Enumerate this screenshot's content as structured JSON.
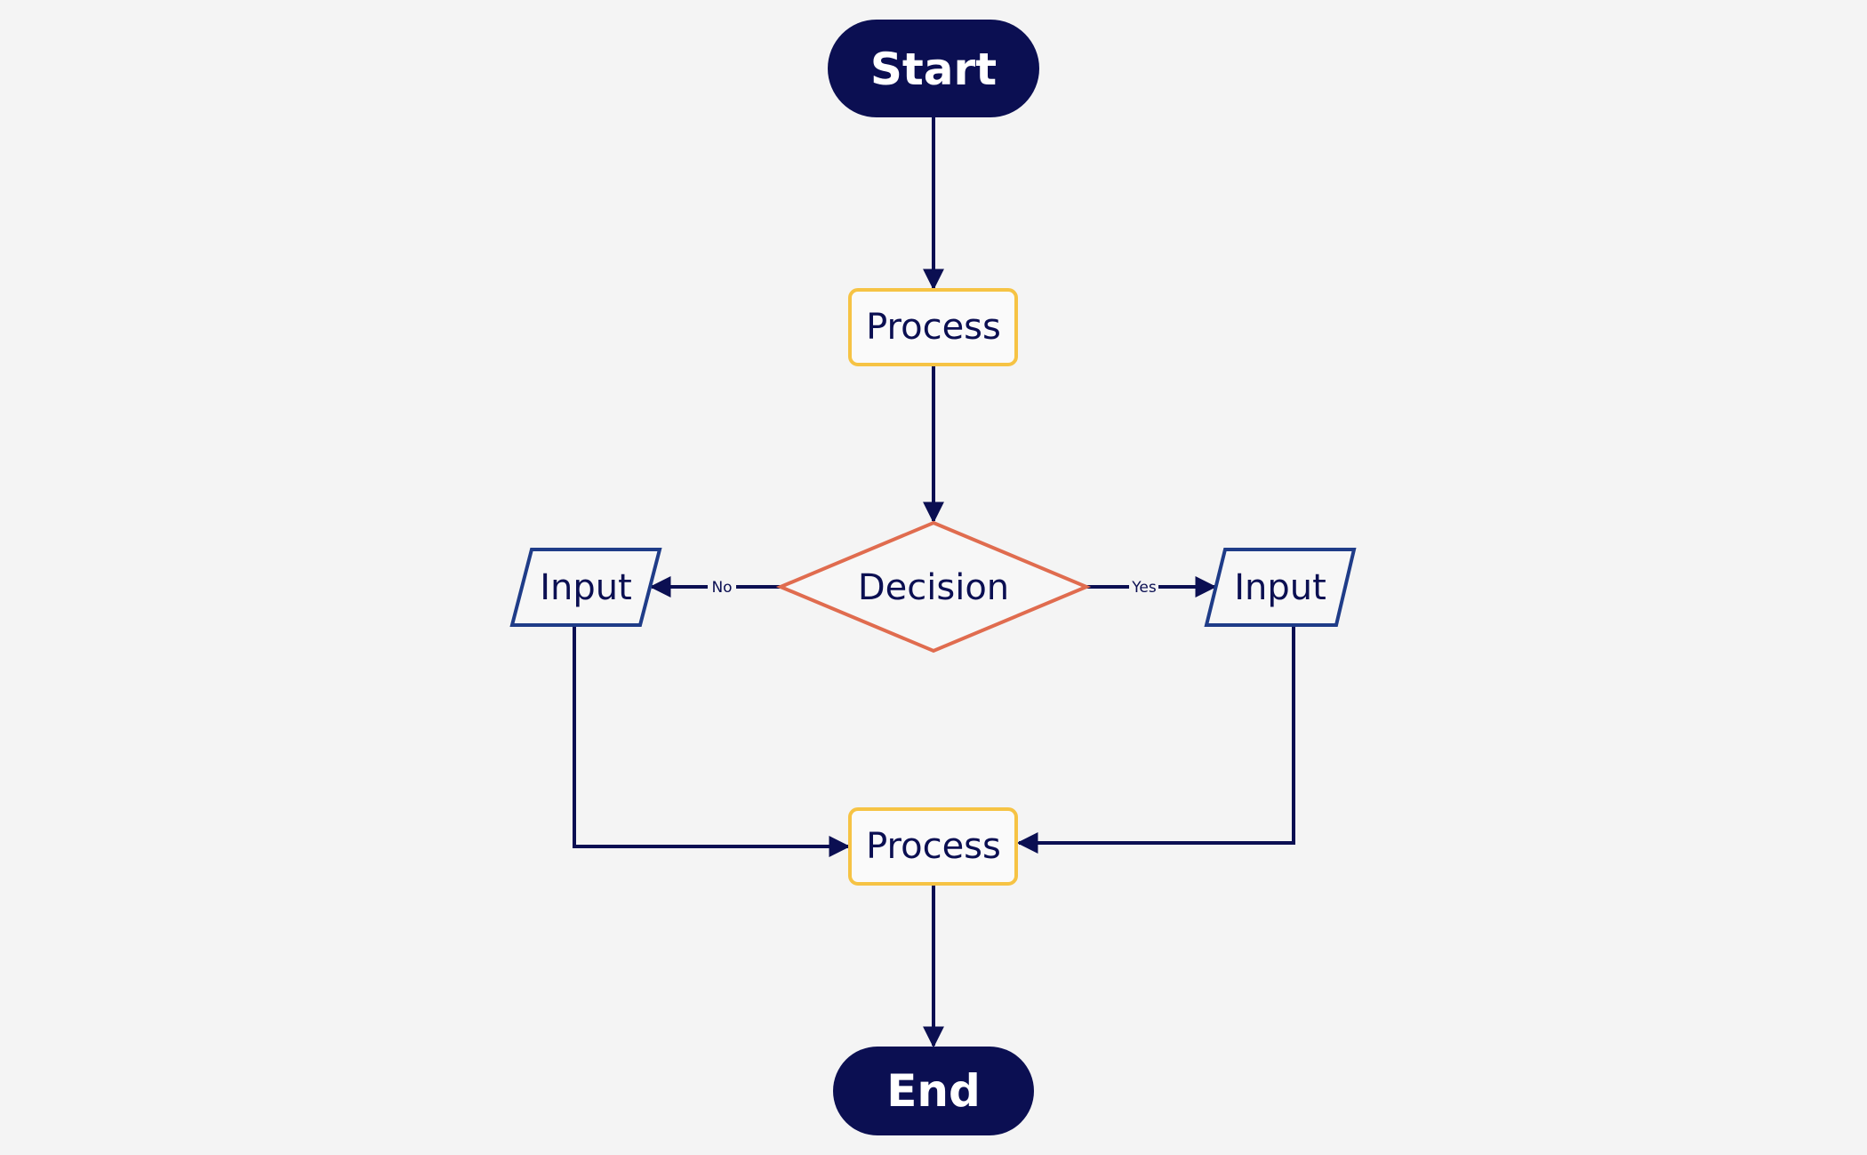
{
  "nodes": {
    "start": {
      "label": "Start"
    },
    "process_top": {
      "label": "Process"
    },
    "decision": {
      "label": "Decision"
    },
    "input_left": {
      "label": "Input"
    },
    "input_right": {
      "label": "Input"
    },
    "process_bottom": {
      "label": "Process"
    },
    "end": {
      "label": "End"
    }
  },
  "edges": {
    "no_label": "No",
    "yes_label": "Yes"
  },
  "colors": {
    "background": "#f4f4f4",
    "terminal_fill": "#0b0f52",
    "terminal_text": "#ffffff",
    "process_stroke": "#f6c344",
    "decision_stroke": "#e06c4f",
    "input_stroke": "#1f3c88",
    "edge_stroke": "#0b0f52",
    "label_text": "#0b0f52"
  }
}
